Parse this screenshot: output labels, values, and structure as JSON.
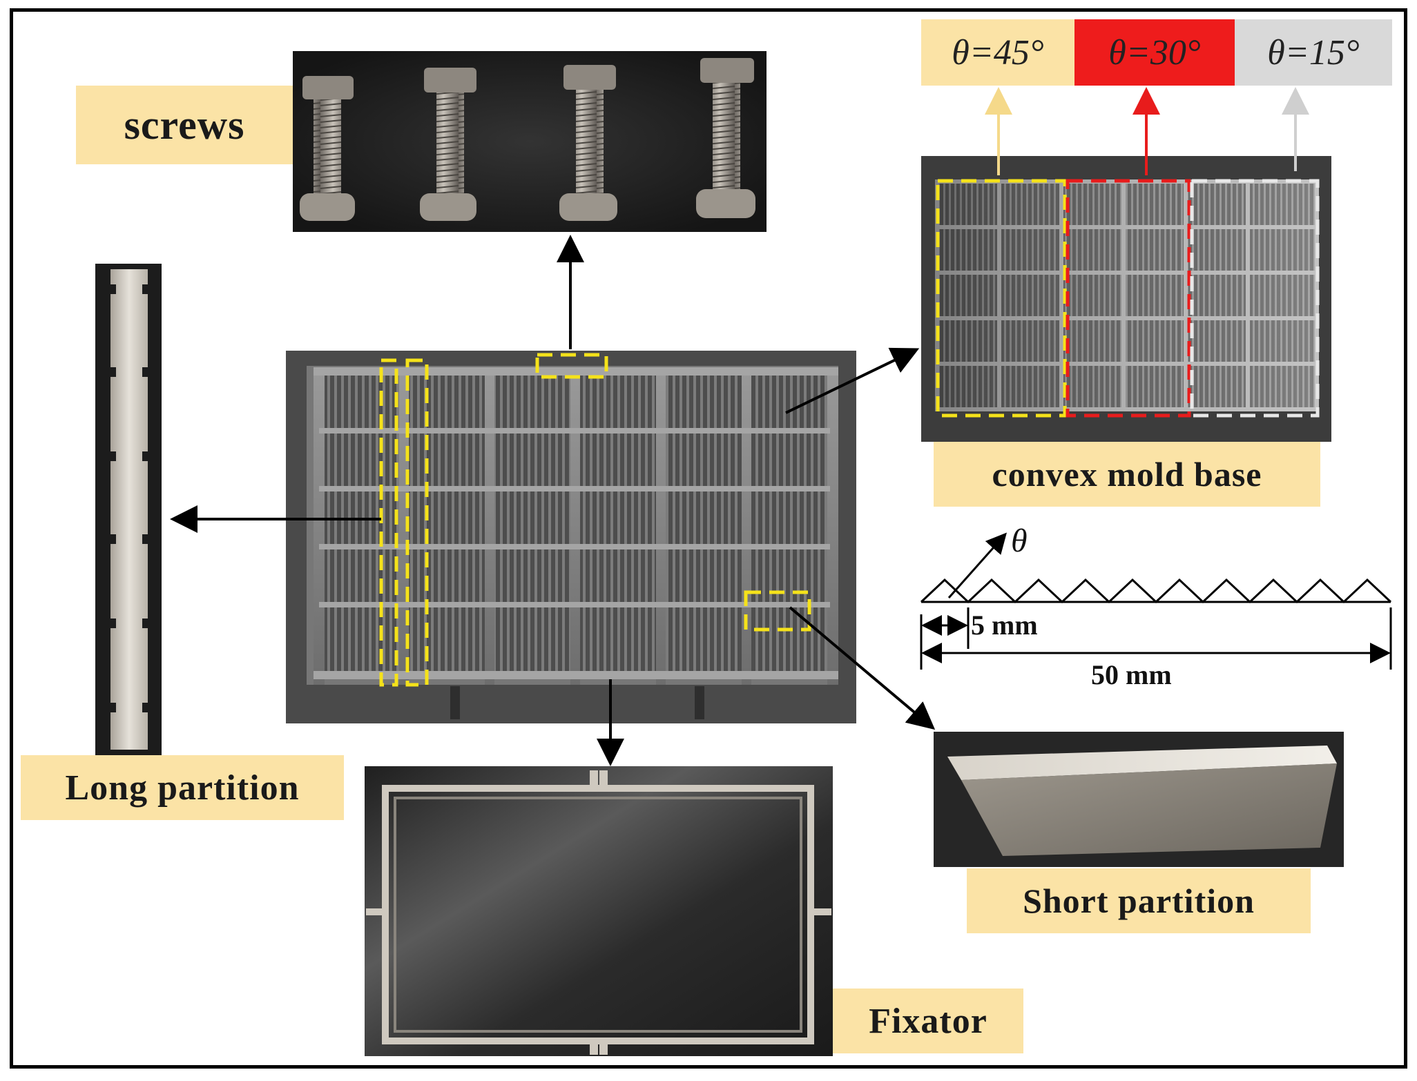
{
  "labels": {
    "screws": "screws",
    "long_partition": "Long partition",
    "convex_mold_base": "convex mold base",
    "short_partition": "Short partition",
    "fixator": "Fixator"
  },
  "angles": [
    {
      "text": "θ=45°",
      "color": "#fbe3a6"
    },
    {
      "text": "θ=30°",
      "color": "#ee1c1c"
    },
    {
      "text": "θ=15°",
      "color": "#d9d9d9"
    }
  ],
  "profile": {
    "theta": "θ",
    "pitch": "5 mm",
    "length": "50 mm"
  },
  "colors": {
    "highlight_yellow": "#f5e21a",
    "highlight_red": "#e81c1c",
    "highlight_white": "#e8e8e8",
    "arrow": "#000000"
  }
}
